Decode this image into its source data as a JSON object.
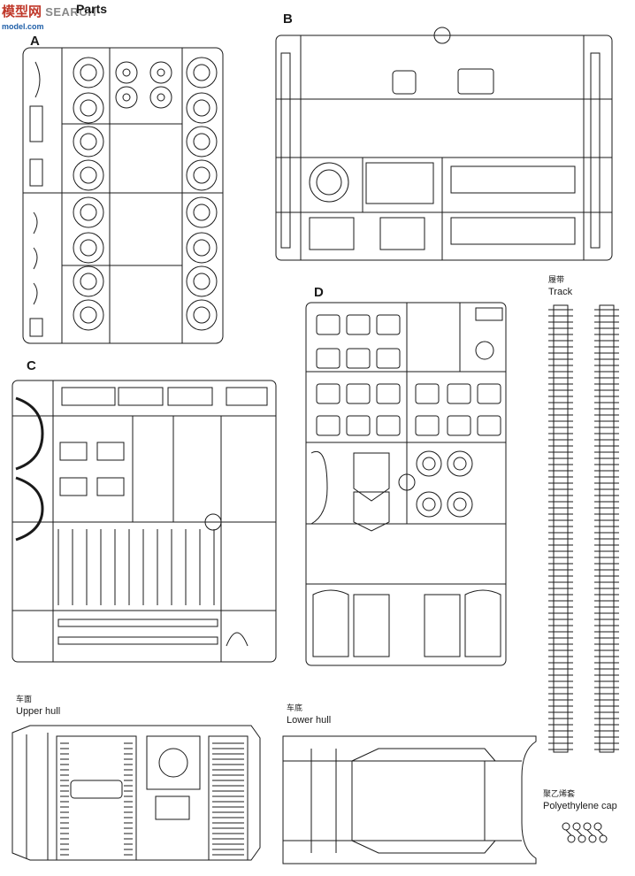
{
  "watermark": {
    "cn": "模型网",
    "site": "model.com",
    "search": "SEARCH",
    "parts": "Parts"
  },
  "sprues": {
    "a": "A",
    "b": "B",
    "c": "C",
    "d": "D"
  },
  "captions": {
    "track_zh": "履带",
    "track_en": "Track",
    "upper_hull_zh": "车面",
    "upper_hull_en": "Upper hull",
    "lower_hull_zh": "车底",
    "lower_hull_en": "Lower hull",
    "poly_cap_zh": "聚乙烯套",
    "poly_cap_en": "Polyethylene cap"
  },
  "colors": {
    "ink": "#1a1a1a",
    "paper": "#ffffff",
    "watermark_red": "#c0392b",
    "watermark_blue": "#1f5fa8"
  }
}
